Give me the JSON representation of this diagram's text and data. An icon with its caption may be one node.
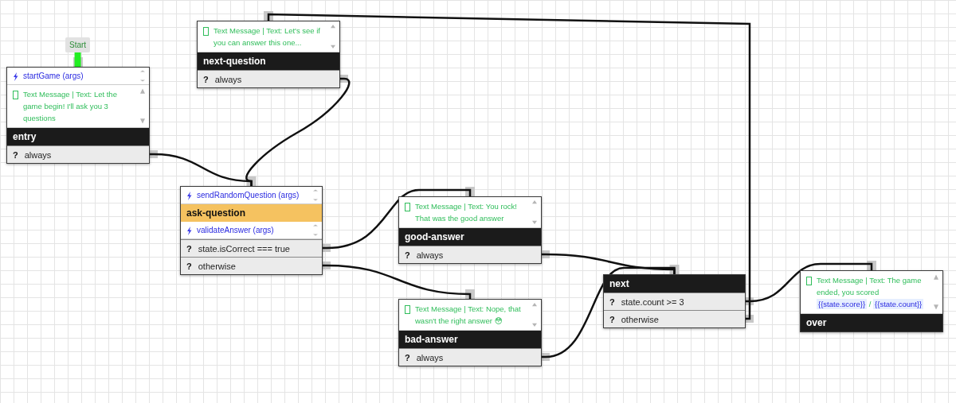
{
  "diagram": {
    "nodes": [
      {
        "text": [
          "Start"
        ]
      },
      {
        "text": [
          "startGame (args)",
          "Text Message | Text: Let the game begin! I'll ask you 3 questions",
          "entry"
        ]
      },
      {
        "text": [
          "?",
          "always"
        ],
        "in": 1
      },
      {
        "text": [
          "Text Message | Text: Let's see if you can answer this one...",
          "next-question"
        ]
      },
      {
        "text": [
          "?",
          "always"
        ],
        "in": 3
      },
      {
        "text": [
          "sendRandomQuestion (args)",
          "ask-question",
          "validateAnswer (args)"
        ]
      },
      {
        "text": [
          "?",
          "state.isCorrect === true"
        ],
        "in": 5
      },
      {
        "text": [
          "?",
          "otherwise"
        ],
        "in": 5
      },
      {
        "text": [
          "Text Message | Text: You rock! That was the good answer",
          "good-answer"
        ]
      },
      {
        "text": [
          "?",
          "always"
        ],
        "in": 8
      },
      {
        "text": [
          "Text Message | Text: Nope, that wasn't the right answer 😳",
          "bad-answer"
        ]
      },
      {
        "text": [
          "?",
          "always"
        ],
        "in": 10
      },
      {
        "text": [
          "next"
        ]
      },
      {
        "text": [
          "?",
          "state.count >= 3"
        ],
        "in": 12
      },
      {
        "text": [
          "?",
          "otherwise"
        ],
        "in": 12
      },
      {
        "text": [
          "Text Message | Text: The game ended, you scored {{state.score}} / {{state.count}}",
          "over"
        ]
      }
    ],
    "edges": [
      {
        "from": 0,
        "to": 1,
        "arrow": "none",
        "style": "thick",
        "color": "#22ee22"
      },
      {
        "from": 2,
        "to": 5,
        "arrow": "none"
      },
      {
        "from": 4,
        "to": 5,
        "arrow": "none"
      },
      {
        "from": 6,
        "to": 8,
        "arrow": "none"
      },
      {
        "from": 7,
        "to": 10,
        "arrow": "none"
      },
      {
        "from": 9,
        "to": 12,
        "arrow": "none"
      },
      {
        "from": 11,
        "to": 12,
        "arrow": "none"
      },
      {
        "from": 13,
        "to": 15,
        "arrow": "none"
      },
      {
        "from": 14,
        "to": 3,
        "arrow": "none"
      }
    ]
  }
}
